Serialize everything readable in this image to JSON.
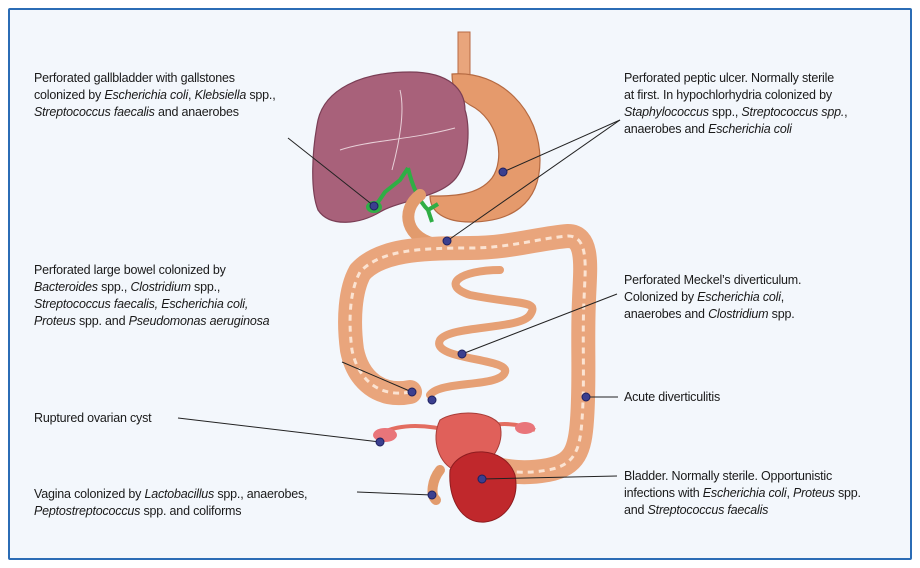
{
  "colors": {
    "frame": "#2b6cb5",
    "background": "#f3f7fc",
    "liver": "#a8617a",
    "stomach": "#e59a6c",
    "intestine": "#e9a57c",
    "bile": "#2fae45",
    "uterus": "#e0605a",
    "bladder": "#c0282c",
    "marker": "#3b3f8f"
  },
  "labels": {
    "gallbladder": {
      "l1": "Perforated gallbladder with gallstones",
      "l2a": "colonized by ",
      "l2b": "Escherichia coli",
      "l2c": ", ",
      "l2d": "Klebsiella",
      "l2e": " spp.,",
      "l3a": "Streptococcus faecalis",
      "l3b": " and anaerobes"
    },
    "peptic": {
      "l1": "Perforated peptic ulcer.  Normally sterile",
      "l2": "at first.  In hypochlorhydria colonized by",
      "l3a": "Staphylococcus",
      "l3b": " spp., ",
      "l3c": "Streptococcus spp.",
      "l3d": ",",
      "l4a": "anaerobes and ",
      "l4b": "Escherichia coli"
    },
    "large_bowel": {
      "l1": "Perforated large bowel colonized by",
      "l2a": "Bacteroides",
      "l2b": " spp., ",
      "l2c": "Clostridium",
      "l2d": " spp.,",
      "l3a": "Streptococcus faecalis, Escherichia coli,",
      "l4a": "Proteus",
      "l4b": " spp. and ",
      "l4c": "Pseudomonas aeruginosa"
    },
    "meckel": {
      "l1": "Perforated Meckel’s diverticulum.",
      "l2a": "Colonized by ",
      "l2b": "Escherichia coli",
      "l2c": ",",
      "l3a": "anaerobes and ",
      "l3b": "Clostridium",
      "l3c": " spp."
    },
    "diverticulitis": {
      "l1": "Acute diverticulitis"
    },
    "ovarian": {
      "l1": "Ruptured ovarian cyst"
    },
    "vagina": {
      "l1a": "Vagina colonized by ",
      "l1b": "Lactobacillus",
      "l1c": " spp., anaerobes,",
      "l2a": "Peptostreptococcus",
      "l2b": " spp. and coliforms"
    },
    "bladder": {
      "l1": "Bladder.  Normally sterile.  Opportunistic",
      "l2a": "infections with ",
      "l2b": "Escherichia coli",
      "l2c": ", ",
      "l2d": "Proteus",
      "l2e": " spp.",
      "l3a": "and ",
      "l3b": "Streptococcus faecalis"
    }
  }
}
